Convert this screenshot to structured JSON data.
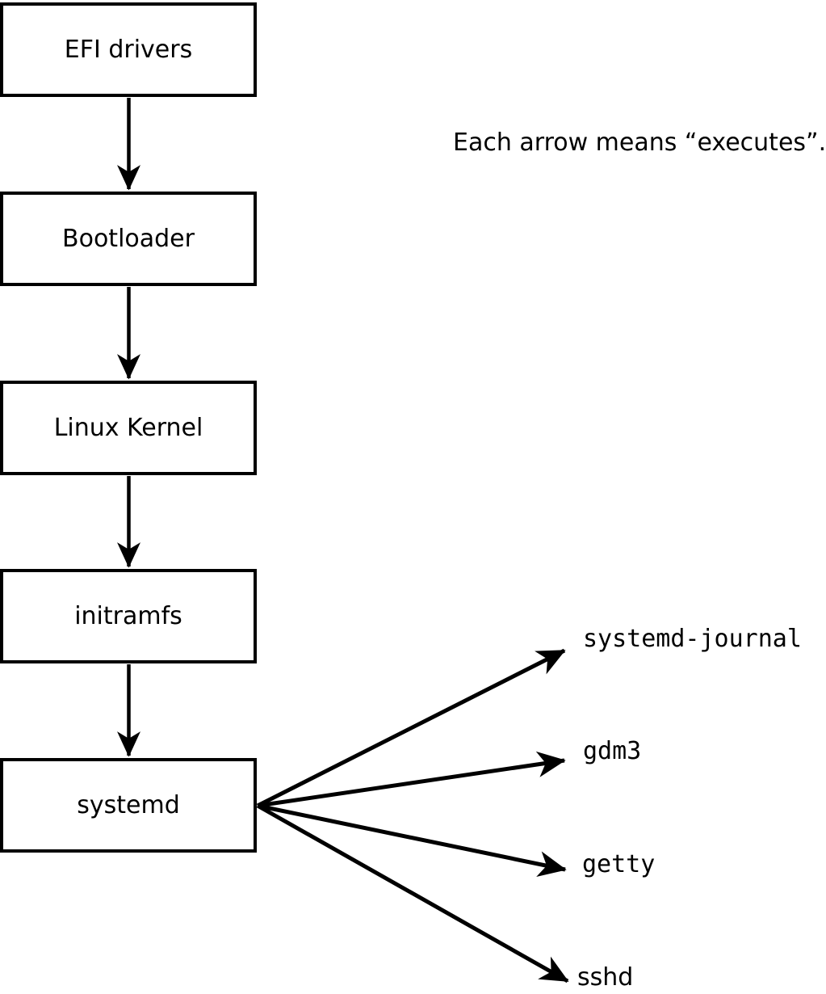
{
  "caption": "Each arrow means “executes”.",
  "boot_chain": [
    {
      "label": "EFI drivers"
    },
    {
      "label": "Bootloader"
    },
    {
      "label": "Linux Kernel"
    },
    {
      "label": "initramfs"
    },
    {
      "label": "systemd"
    }
  ],
  "spawned_services": [
    {
      "label": "systemd-journal"
    },
    {
      "label": "gdm3"
    },
    {
      "label": "getty"
    },
    {
      "label": "sshd"
    }
  ],
  "edges_meaning": "executes",
  "colors": {
    "line": "#000000",
    "background": "#ffffff",
    "box_fill": "#ffffff",
    "text": "#000000"
  }
}
